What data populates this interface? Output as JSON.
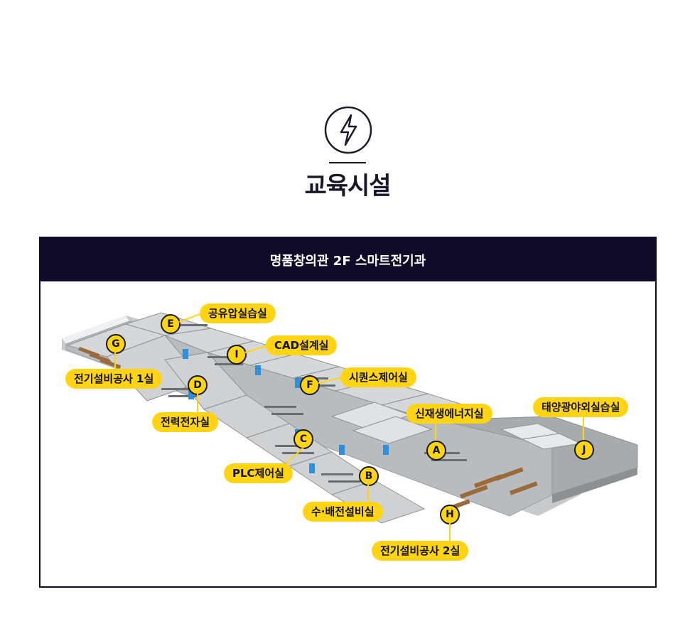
{
  "page": {
    "title": "교육시설"
  },
  "icons": {
    "header": "lightning-bolt-icon"
  },
  "panel": {
    "header": "명품창의관 2F 스마트전기과"
  },
  "colors": {
    "navy": "#0f0a27",
    "accent": "#ffd415"
  },
  "rooms": [
    {
      "id": "A",
      "name": "신재생에너지실"
    },
    {
      "id": "B",
      "name": "수·배전설비실"
    },
    {
      "id": "C",
      "name": "PLC제어실"
    },
    {
      "id": "D",
      "name": "전력전자실"
    },
    {
      "id": "E",
      "name": "공유압실습실"
    },
    {
      "id": "F",
      "name": "시퀀스제어실"
    },
    {
      "id": "G",
      "name": "전기설비공사 1실"
    },
    {
      "id": "H",
      "name": "전기설비공사 2실"
    },
    {
      "id": "I",
      "name": "CAD설계실"
    },
    {
      "id": "J",
      "name": "태양광야외실습실"
    }
  ]
}
